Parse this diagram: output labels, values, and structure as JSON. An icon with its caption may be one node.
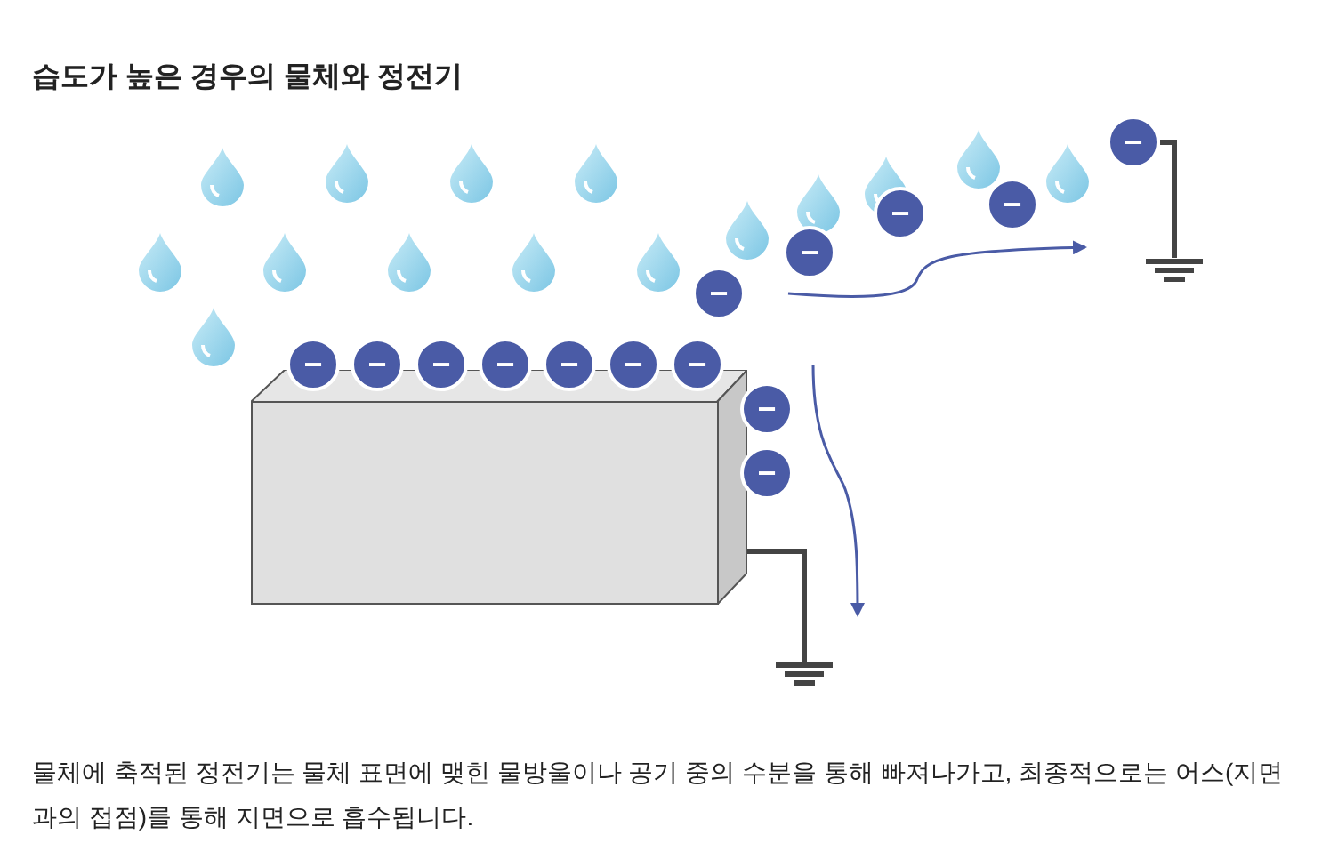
{
  "diagram": {
    "title": "습도가 높은 경우의 물체와 정전기",
    "caption": "물체에 축적된 정전기는 물체 표면에 맺힌 물방울이나 공기 중의 수분을 통해 빠져나가고, 최종적으로는 어스(지면과의 접점)를 통해 지면으로 흡수됩니다.",
    "nodes": [
      {
        "text": [],
        "shape": "box"
      },
      {
        "text": [
          "−"
        ]
      },
      {
        "text": [
          "−"
        ]
      },
      {
        "text": [
          "−"
        ]
      },
      {
        "text": [
          "−"
        ]
      },
      {
        "text": [
          "−"
        ]
      },
      {
        "text": [
          "−"
        ]
      },
      {
        "text": [
          "−"
        ]
      },
      {
        "text": [
          "−"
        ]
      },
      {
        "text": [
          "−"
        ]
      },
      {
        "text": [
          "−"
        ]
      },
      {
        "text": [
          "−"
        ]
      },
      {
        "text": [
          "−"
        ]
      },
      {
        "text": [
          "−"
        ]
      },
      {
        "text": [
          "−"
        ]
      },
      {
        "text": [],
        "shape": "ground"
      },
      {
        "text": [],
        "shape": "ground"
      }
    ],
    "edges": [
      {
        "from": 0,
        "to": 15,
        "arrow": "none"
      },
      {
        "from": 14,
        "to": 16,
        "arrow": "none"
      }
    ]
  }
}
